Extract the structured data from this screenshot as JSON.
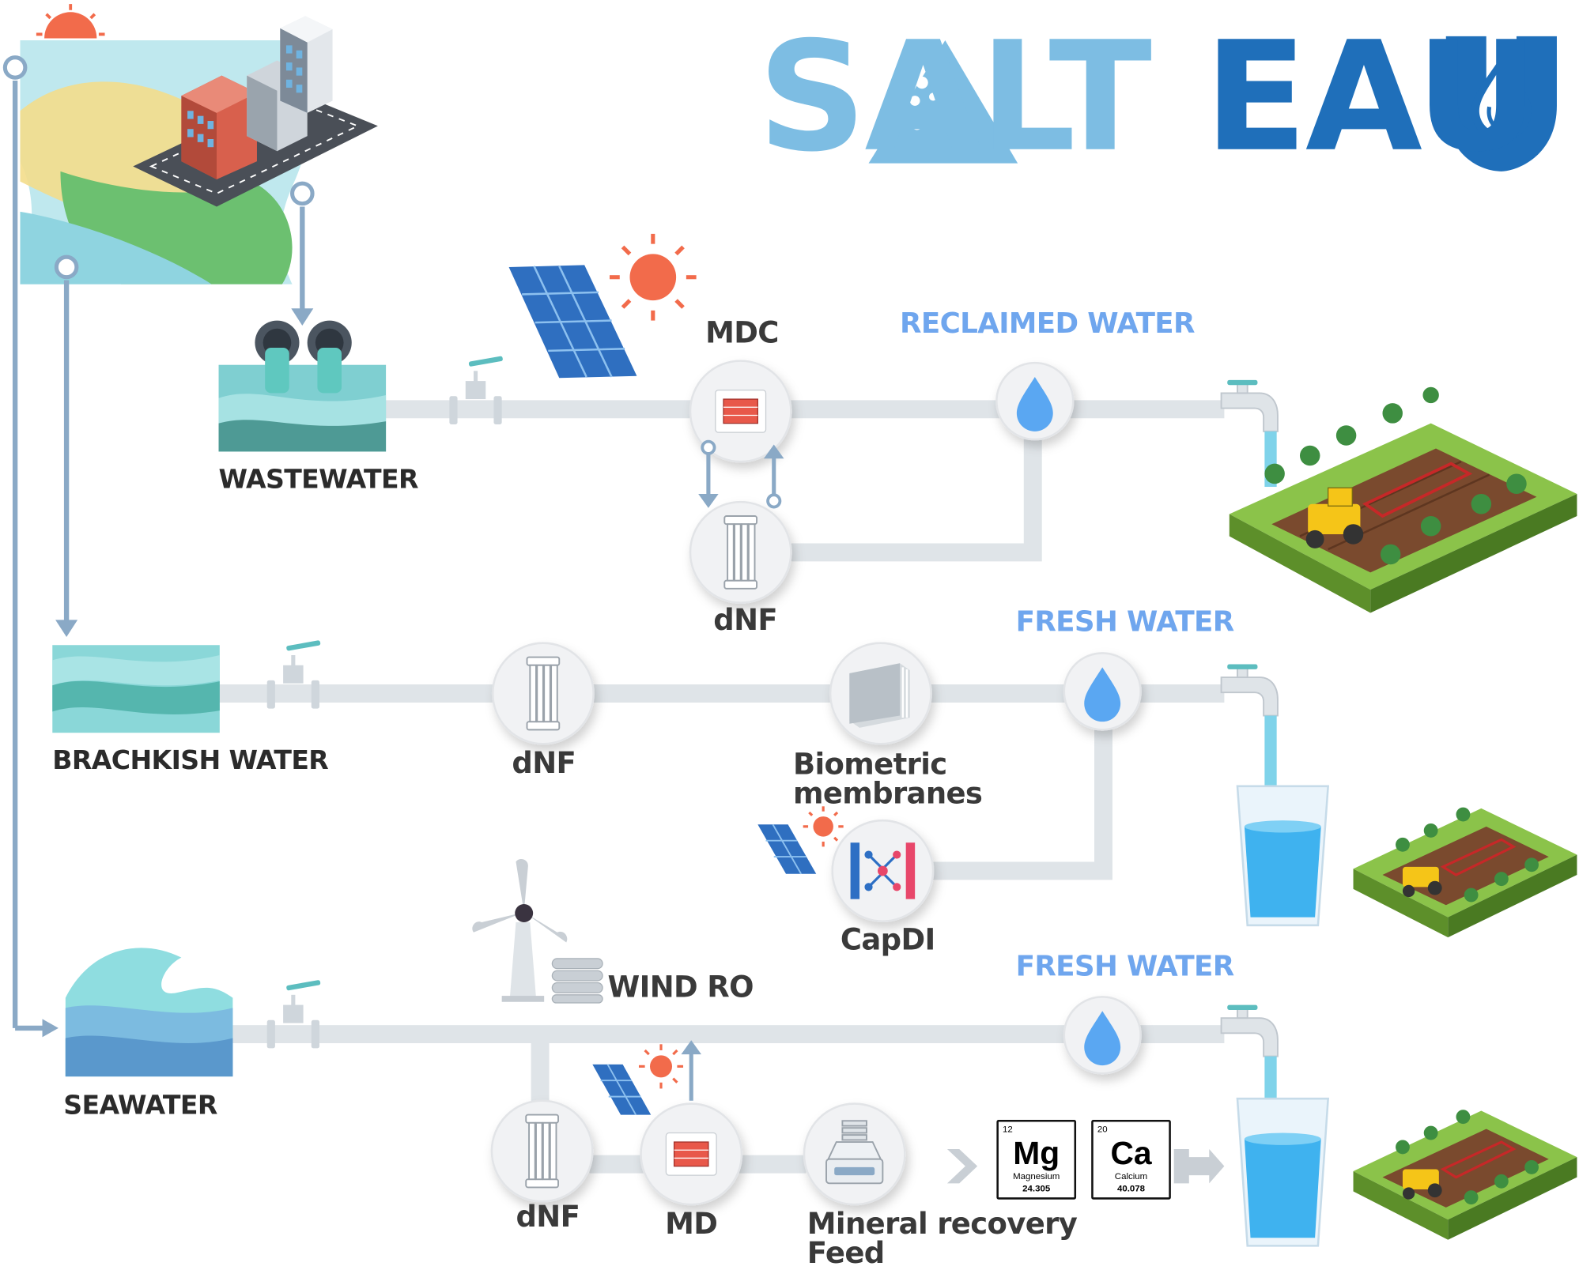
{
  "logo": {
    "part1": "SALT",
    "part2": "EAU"
  },
  "sources": {
    "wastewater": "WASTEWATER",
    "brackish": "BRACHKISH WATER",
    "seawater": "SEAWATER"
  },
  "units": {
    "mdc": "MDC",
    "dnf_waste": "dNF",
    "dnf_brackish": "dNF",
    "biometric_line1": "Biometric",
    "biometric_line2": "membranes",
    "capdi": "CapDI",
    "wind_ro": "WIND RO",
    "dnf_sea": "dNF",
    "md": "MD",
    "mineral_line1": "Mineral recovery",
    "mineral_line2": "Feed"
  },
  "outputs": {
    "reclaimed": "RECLAIMED WATER",
    "fresh1": "FRESH WATER",
    "fresh2": "FRESH WATER"
  },
  "elements": [
    {
      "number": "12",
      "symbol": "Mg",
      "name": "Magnesium",
      "mass": "24.305"
    },
    {
      "number": "20",
      "symbol": "Ca",
      "name": "Calcium",
      "mass": "40.078"
    }
  ],
  "colors": {
    "logo_light": "#7dbde3",
    "logo_dark": "#1f6fba",
    "output_label": "#6fa6ee",
    "pipe": "#dfe4e8",
    "connector": "#8aa9c6",
    "sun": "#f26b4b"
  }
}
